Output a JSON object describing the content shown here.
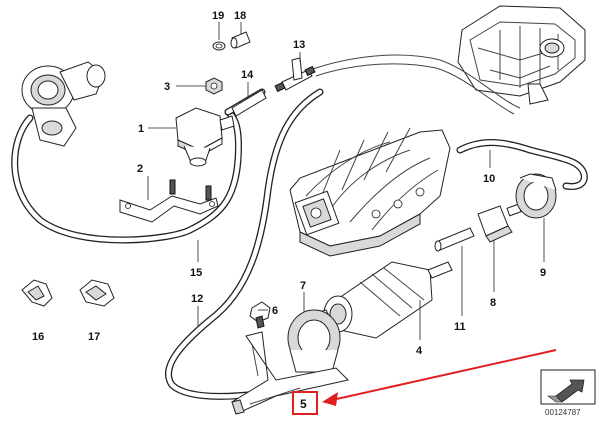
{
  "callouts": [
    "19",
    "18",
    "13",
    "3",
    "14",
    "1",
    "2",
    "10",
    "15",
    "7",
    "6",
    "12",
    "16",
    "17",
    "11",
    "8",
    "9",
    "4",
    "5"
  ],
  "highlight_color": "#e02020",
  "arrow_color": "#e02020",
  "diagram_code": "00124787",
  "icons": [
    "arrow-right-icon"
  ]
}
